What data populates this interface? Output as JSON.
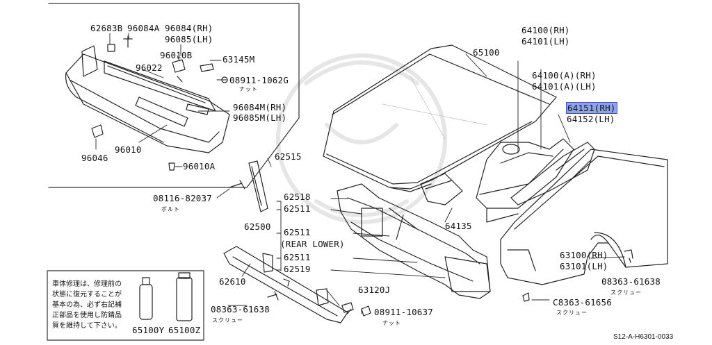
{
  "diagram": {
    "highlight_color": "#8fa3e8",
    "highlighted_part": "64151(RH)",
    "footer_code": "S12-A-H6301-0033",
    "labels": {
      "p62683B": "62683B",
      "p96084A": "96084A",
      "p96084rh": "96084(RH)",
      "p96085lh": "96085(LH)",
      "p96010B": "96010B",
      "p63145M": "63145M",
      "p96022": "96022",
      "p08911_1062G": "08911-1062G",
      "nut1": "ナット",
      "p96084M": "96084M(RH)",
      "p96085M": "96085M(LH)",
      "p96046": "96046",
      "p96010": "96010",
      "p96010A": "96010A",
      "p65100": "65100",
      "p64100": "64100(RH)",
      "p64101": "64101(LH)",
      "p64100A": "64100(A)(RH)",
      "p64101A": "64101(A)(LH)",
      "p64151": "64151(RH)",
      "p64152": "64152(LH)",
      "p62515": "62515",
      "p08116": "08116-82037",
      "bolt": "ボルト",
      "p62518": "62518",
      "p62511a": "62511",
      "p62500": "62500",
      "p62511b": "62511",
      "rear_lower": "(REAR LOWER)",
      "p62511c": "62511",
      "p62519": "62519",
      "p64135": "64135",
      "p63100": "63100(RH)",
      "p63101": "63101(LH)",
      "p08363a": "08363-61638",
      "screw1": "スクリュー",
      "p62610": "62610",
      "p63120J": "63120J",
      "p08363b": "08363-61638",
      "screw2": "スクリュー",
      "p08911_10637": "08911-10637",
      "nut2": "ナット",
      "p08363c": "C8363-61656",
      "screw3": "スクリュー",
      "p65100Y": "65100Y",
      "p65100Z": "65100Z"
    },
    "note_lines": [
      "車体修理は、修理前の",
      "状態に復元することが",
      "基本の為、必ず右記補",
      "正部品を使用し防錆品",
      "質を維持して下さい。"
    ]
  }
}
